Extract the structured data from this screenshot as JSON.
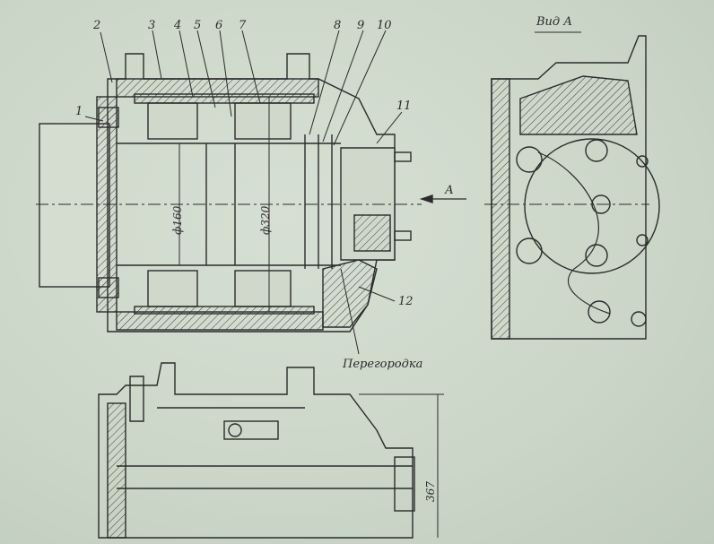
{
  "callouts": [
    "1",
    "2",
    "3",
    "4",
    "5",
    "6",
    "7",
    "8",
    "9",
    "10",
    "11",
    "12"
  ],
  "view_label": "Вид А",
  "view_arrow_label": "А",
  "partition_label": "Перегородка",
  "dim_inner": "ф160",
  "dim_outer": "ф320",
  "dim_height": "367"
}
